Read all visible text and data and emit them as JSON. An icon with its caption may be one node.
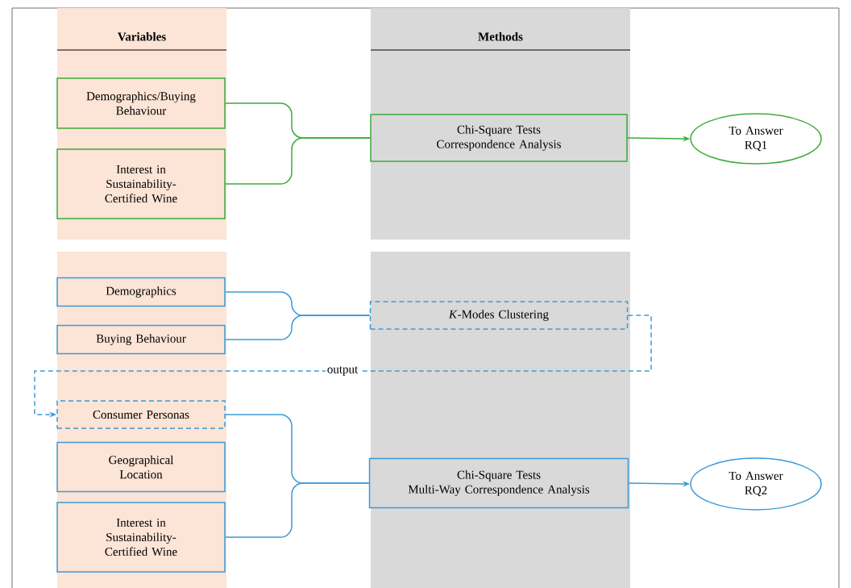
{
  "diagram": {
    "nodes": [
      {
        "text": [
          "Variables"
        ]
      },
      {
        "text": [
          "Methods"
        ]
      },
      {
        "text": [
          "Demographics/Buying Behaviour"
        ],
        "in": 0
      },
      {
        "text": [
          "Interest in Sustainability-Certified Wine"
        ],
        "in": 0
      },
      {
        "text": [
          "Chi-Square Tests",
          "Correspondence Analysis"
        ],
        "in": 1
      },
      {
        "text": [
          "To Answer RQ1"
        ]
      },
      {
        "text": [],
        "shape": "box"
      },
      {
        "text": [],
        "shape": "box"
      },
      {
        "text": [
          "Demographics"
        ],
        "in": 6
      },
      {
        "text": [
          "Buying Behaviour"
        ],
        "in": 6
      },
      {
        "text": [
          "*K*-Modes Clustering"
        ],
        "in": 7
      },
      {
        "text": [
          "Consumer Personas"
        ],
        "in": 6
      },
      {
        "text": [
          "Geographical Location"
        ],
        "in": 6
      },
      {
        "text": [
          "Interest in Sustainability-Certified Wine"
        ],
        "in": 6
      },
      {
        "text": [
          "Chi-Square Tests",
          "Multi-Way Correspondence Analysis"
        ],
        "in": 7
      },
      {
        "text": [
          "To Answer RQ2"
        ]
      }
    ],
    "edges": [
      {
        "from": 2,
        "to": 4,
        "arrow": "none",
        "color": "#3daa3a"
      },
      {
        "from": 3,
        "to": 4,
        "arrow": "none",
        "color": "#3daa3a"
      },
      {
        "from": 4,
        "to": 5,
        "arrow": "to",
        "color": "#3daa3a"
      },
      {
        "from": 8,
        "to": 10,
        "arrow": "none",
        "color": "#3a9ad9"
      },
      {
        "from": 9,
        "to": 10,
        "arrow": "none",
        "color": "#3a9ad9"
      },
      {
        "from": 10,
        "to": 11,
        "arrow": "to",
        "style": "dashed",
        "label": "output",
        "color": "#3a9ad9"
      },
      {
        "from": 11,
        "to": 14,
        "arrow": "none",
        "color": "#3a9ad9"
      },
      {
        "from": 13,
        "to": 14,
        "arrow": "none",
        "color": "#3a9ad9"
      },
      {
        "from": 14,
        "to": 15,
        "arrow": "to",
        "color": "#3a9ad9"
      }
    ]
  }
}
